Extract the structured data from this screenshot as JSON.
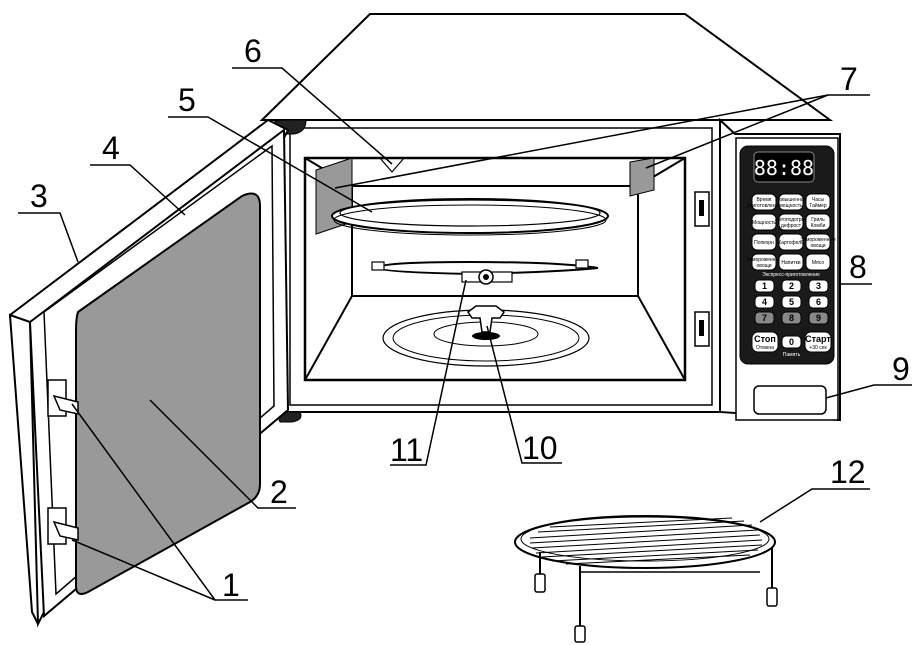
{
  "callouts": {
    "c1": "1",
    "c2": "2",
    "c3": "3",
    "c4": "4",
    "c5": "5",
    "c6": "6",
    "c7": "7",
    "c8": "8",
    "c9": "9",
    "c10": "10",
    "c11": "11",
    "c12": "12"
  },
  "panel": {
    "display": "88:88",
    "buttons": {
      "b1": [
        "Время",
        "приготовления"
      ],
      "b2": [
        "Повышенная",
        "мощность"
      ],
      "b3": [
        "Часы",
        "Таймер"
      ],
      "b4": [
        "Мощность"
      ],
      "b5": [
        "Автоподогрев",
        "дефрост"
      ],
      "b6": [
        "Гриль",
        "Комби"
      ],
      "b7": [
        "Попкорн"
      ],
      "b8": [
        "Картофель"
      ],
      "b9": [
        "Замороженные",
        "овощи"
      ],
      "b10": [
        "Замороженные",
        "овощи"
      ],
      "b11": [
        "Напитки"
      ],
      "b12": [
        "Мясо"
      ]
    },
    "express_label": "Экспресс-приготовление",
    "keys": [
      "1",
      "2",
      "3",
      "4",
      "5",
      "6",
      "7",
      "8",
      "9"
    ],
    "stop": [
      "Стоп",
      "Отмена"
    ],
    "zero": "0",
    "start": [
      "Старт",
      "+30 сек"
    ],
    "memory_label": "Память"
  }
}
